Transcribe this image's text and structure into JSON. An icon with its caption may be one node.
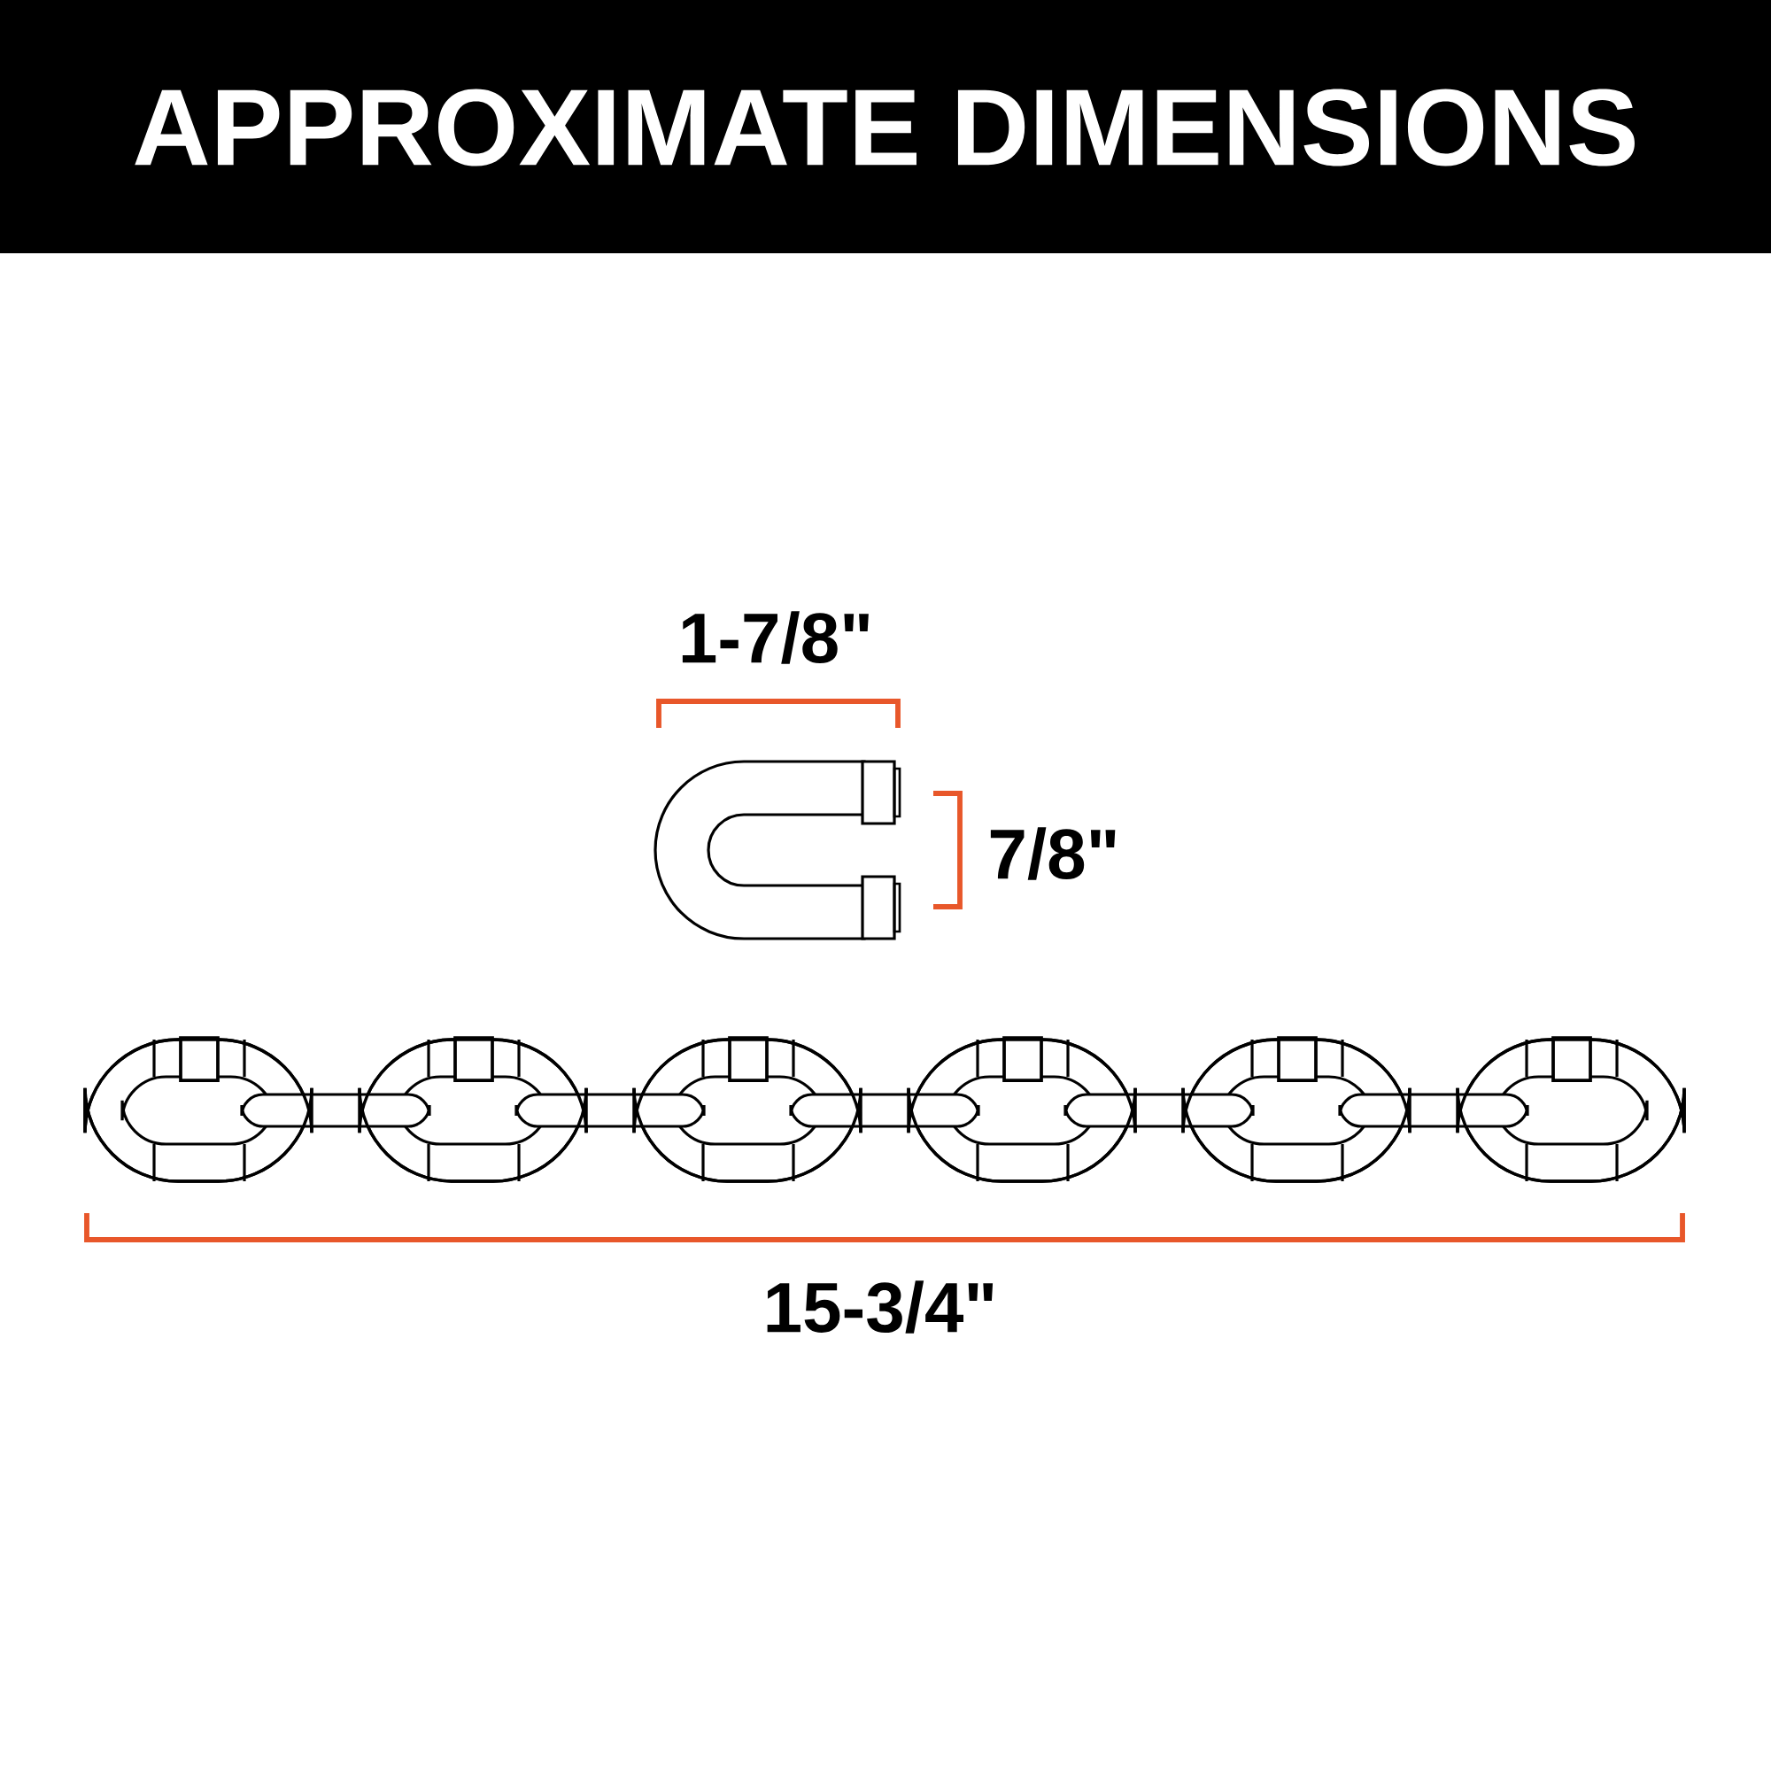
{
  "diagram": {
    "title": "APPROXIMATE DIMENSIONS",
    "labels": [
      "1-7/8\"",
      "7/8\"",
      "15-3/4\""
    ]
  }
}
